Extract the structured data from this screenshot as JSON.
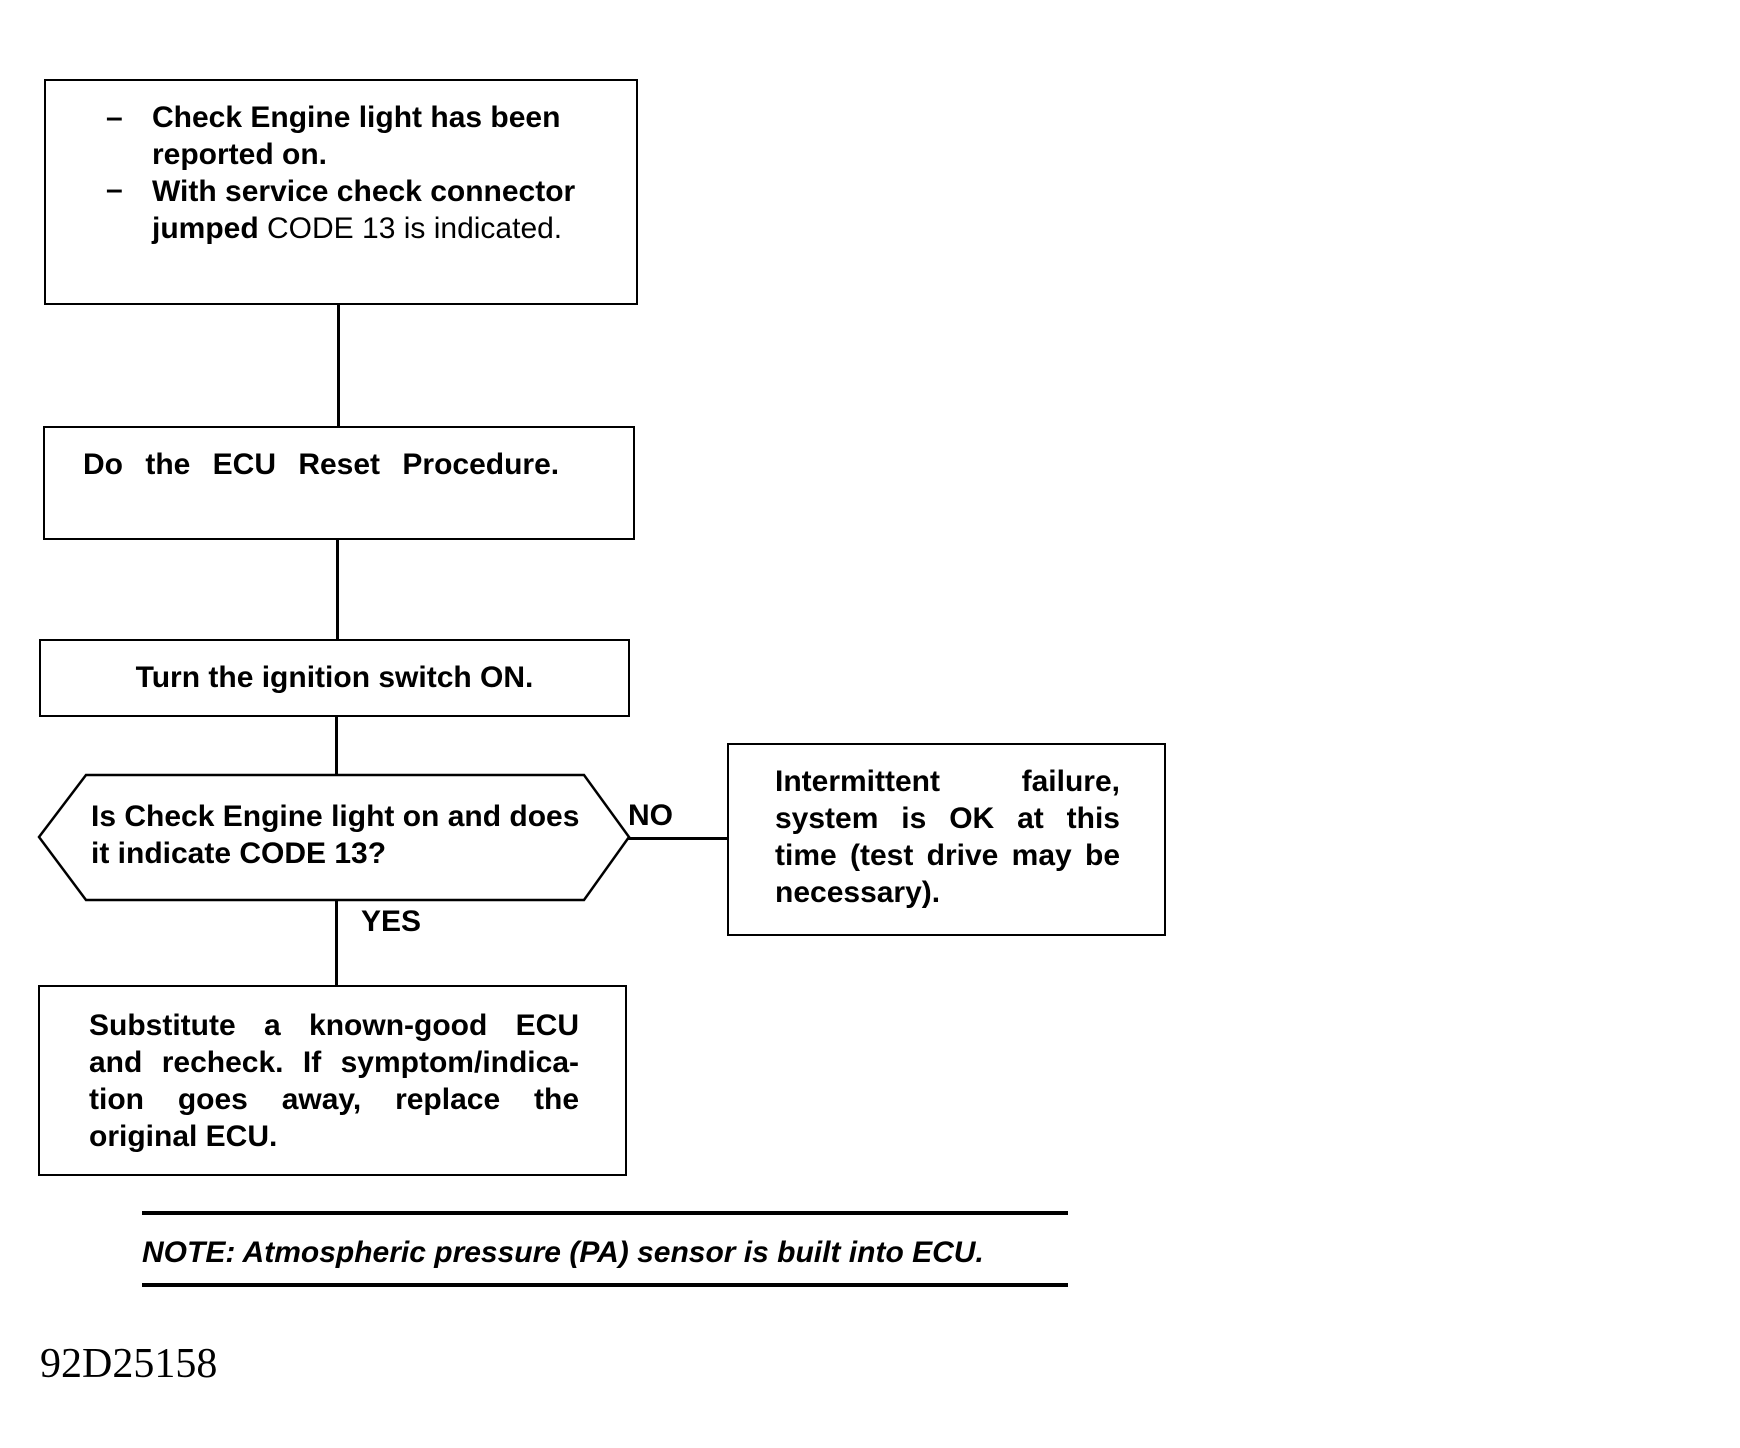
{
  "start_box": {
    "line1": "Check Engine light has been",
    "line2": "reported on.",
    "line3": "With service check connector",
    "line4_bold": "jumped",
    "line4_rest": " CODE 13 is indicated.",
    "bullet": "–"
  },
  "reset_box": {
    "text": "Do the ECU Reset Procedure."
  },
  "ignition_box": {
    "text": "Turn the ignition switch ON."
  },
  "decision": {
    "line1": "Is Check Engine light on and does",
    "line2": "it indicate CODE 13?",
    "no_label": "NO",
    "yes_label": "YES"
  },
  "no_box": {
    "text": "Intermittent failure, system is OK at this time (test drive may be necessary)."
  },
  "yes_box": {
    "text": "Substitute a known-good ECU and recheck. If symptom/indication goes away, replace the original ECU.",
    "line1": "Substitute a known-good ECU",
    "line2": "and recheck. If symptom/indica-",
    "line3": "tion goes away, replace the",
    "line4": "original ECU."
  },
  "note": {
    "text": "NOTE: Atmospheric pressure (PA) sensor is built into ECU."
  },
  "figure_code": "92D25158"
}
